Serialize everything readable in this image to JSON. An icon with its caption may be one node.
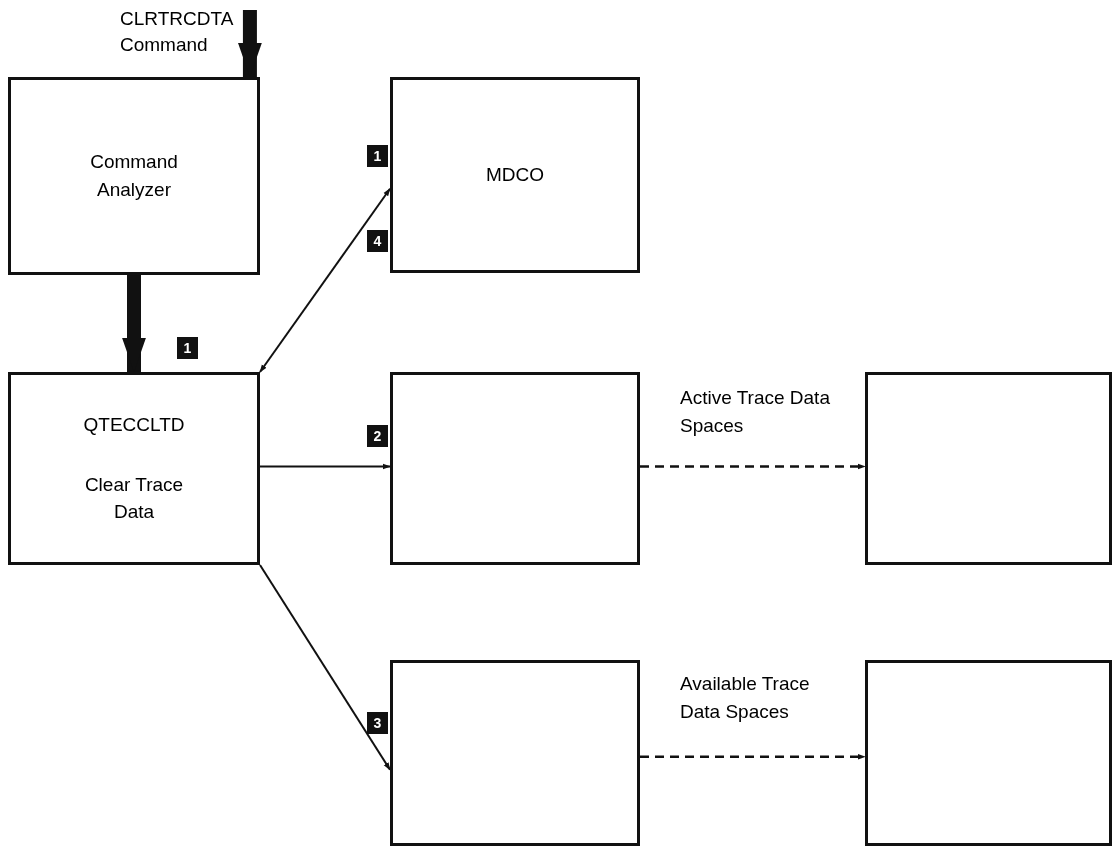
{
  "diagram": {
    "nodes": [
      {
        "text": [
          "Command Analyzer"
        ]
      },
      {
        "text": [
          "QTECCLTD",
          "Clear Trace Data"
        ]
      },
      {
        "text": [
          "MDCO"
        ]
      },
      {
        "text": [],
        "shape": "box"
      },
      {
        "text": [],
        "shape": "box"
      },
      {
        "text": [],
        "shape": "box"
      },
      {
        "text": [],
        "shape": "box"
      }
    ],
    "edges": [
      {
        "from": null,
        "to": 0,
        "arrow": "to",
        "style": "thick"
      },
      {
        "from": 0,
        "to": 1,
        "arrow": "to",
        "style": "thick"
      },
      {
        "from": 1,
        "to": 2,
        "arrow": "both"
      },
      {
        "from": 1,
        "to": 3,
        "arrow": "to"
      },
      {
        "from": 1,
        "to": 5,
        "arrow": "to"
      },
      {
        "from": 3,
        "to": 4,
        "arrow": "to",
        "style": "dashed",
        "label": "Active Trace Data Spaces"
      },
      {
        "from": 5,
        "to": 6,
        "arrow": "to",
        "style": "dashed",
        "label": "Available Trace Data Spaces"
      }
    ],
    "labels": [
      "CLRTRCDTA Command",
      "1",
      "4",
      "1",
      "2",
      "3"
    ]
  }
}
